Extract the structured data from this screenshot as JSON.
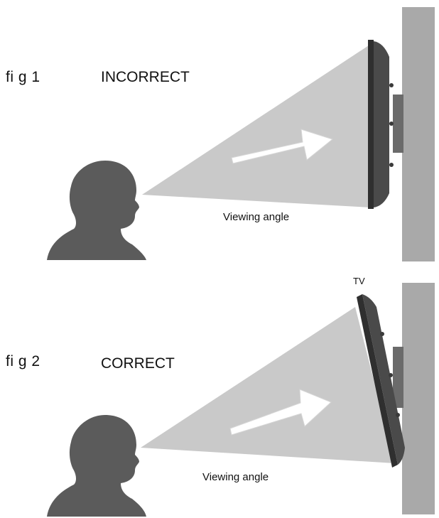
{
  "figures": [
    {
      "label": "fi g 1",
      "status": "INCORRECT",
      "caption": "Viewing angle"
    },
    {
      "label": "fi g 2",
      "status": "CORRECT",
      "caption": "Viewing angle"
    }
  ],
  "tv_label": "TV",
  "colors": {
    "wall": "#a9a9a9",
    "head": "#5b5b5b",
    "cone": "#c9c9c9",
    "arrow": "#ffffff",
    "tv_frame": "#4a4a4a",
    "bracket": "#6b6b6b"
  },
  "icons": [
    "person-head-icon",
    "tv-icon",
    "wall-mount-icon",
    "direction-arrow-icon"
  ]
}
